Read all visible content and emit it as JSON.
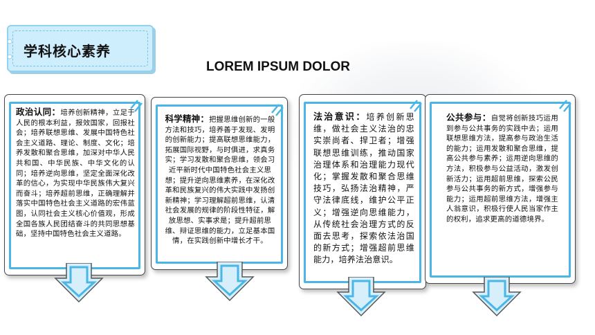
{
  "tab": {
    "title": "学科核心素养"
  },
  "heading": "LOREM IPSUM DOLOR",
  "cards": [
    {
      "title": "政治认同：",
      "body": "培养创新精神，立足于人民的根本利益，报效国家，回报社会；培养联想思维、发展中国特色社会主义道路、理论、制度、文化；培养发散和聚合思维，加深对中华人民共和国、中华民族、中华文化的认同；培养逆向思维，坚定全面深化改革的信心，为实现中华民族伟大复兴而奋斗；培养超前思维，正确理解并落实中国特色社会主义道路的宏伟蓝图，认同社会主义核心价值观，形成全国各族人民团结奋斗的共同思想基础，坚持中国特色社会主义道路。"
    },
    {
      "title": "科学精神：",
      "body": "把握思维创新的一般方法和技巧，培养善于发现、发明的创新能力；提高联想思维能力，拓展国际视野，与时俱进，求真务实；学习发散和聚合思维，领会习近平新时代中国特色社会主义思想；提升逆向思维素养，在深化改革和民族复兴的伟大实践中发扬创新精神；学习理解超前思维，认清社会发展的规律的阶段性特征，解放思想、实事求是；提升超前思维、辩证思维的能力，立足基本国情，在实践创新中增长才干。"
    },
    {
      "title": "法治意识：",
      "body": "培养创新思维，做社会主义法治的忠实崇尚者、捍卫者；增强联想思维训练，推动国家治理体系和治理能力现代化；掌握发散和聚合思维技巧，弘扬法治精神，严守法律底线，维护公平正义；增强逆向思维能力，从传统社会治理方式的反面去思考，探索依法治国的新方式；增强超前思维能力，培养法治意识。"
    },
    {
      "title": "公共参与：",
      "body": "自觉将创新技巧运用到参与公共事务的实践中去；运用联想思维方法，提高参与政治生活的能力；运用发散和聚合思维，提高公共参与素养；运用逆向思维的方法，积极参与公益活动，激发创新活力；运用超前思维，探索公民参与公共事务的新方式，增强参与能力；运用超前思维方法，增强主人翁意识，积极行使人民当家作主的权利，追求更高的道德境界。"
    }
  ],
  "colors": {
    "accent": "#49b6e6",
    "tab_fill": "#cfeefd",
    "arrow_fill": "#d6effb"
  },
  "icons": [
    "arrow-down-icon",
    "corner-slash-icon"
  ]
}
